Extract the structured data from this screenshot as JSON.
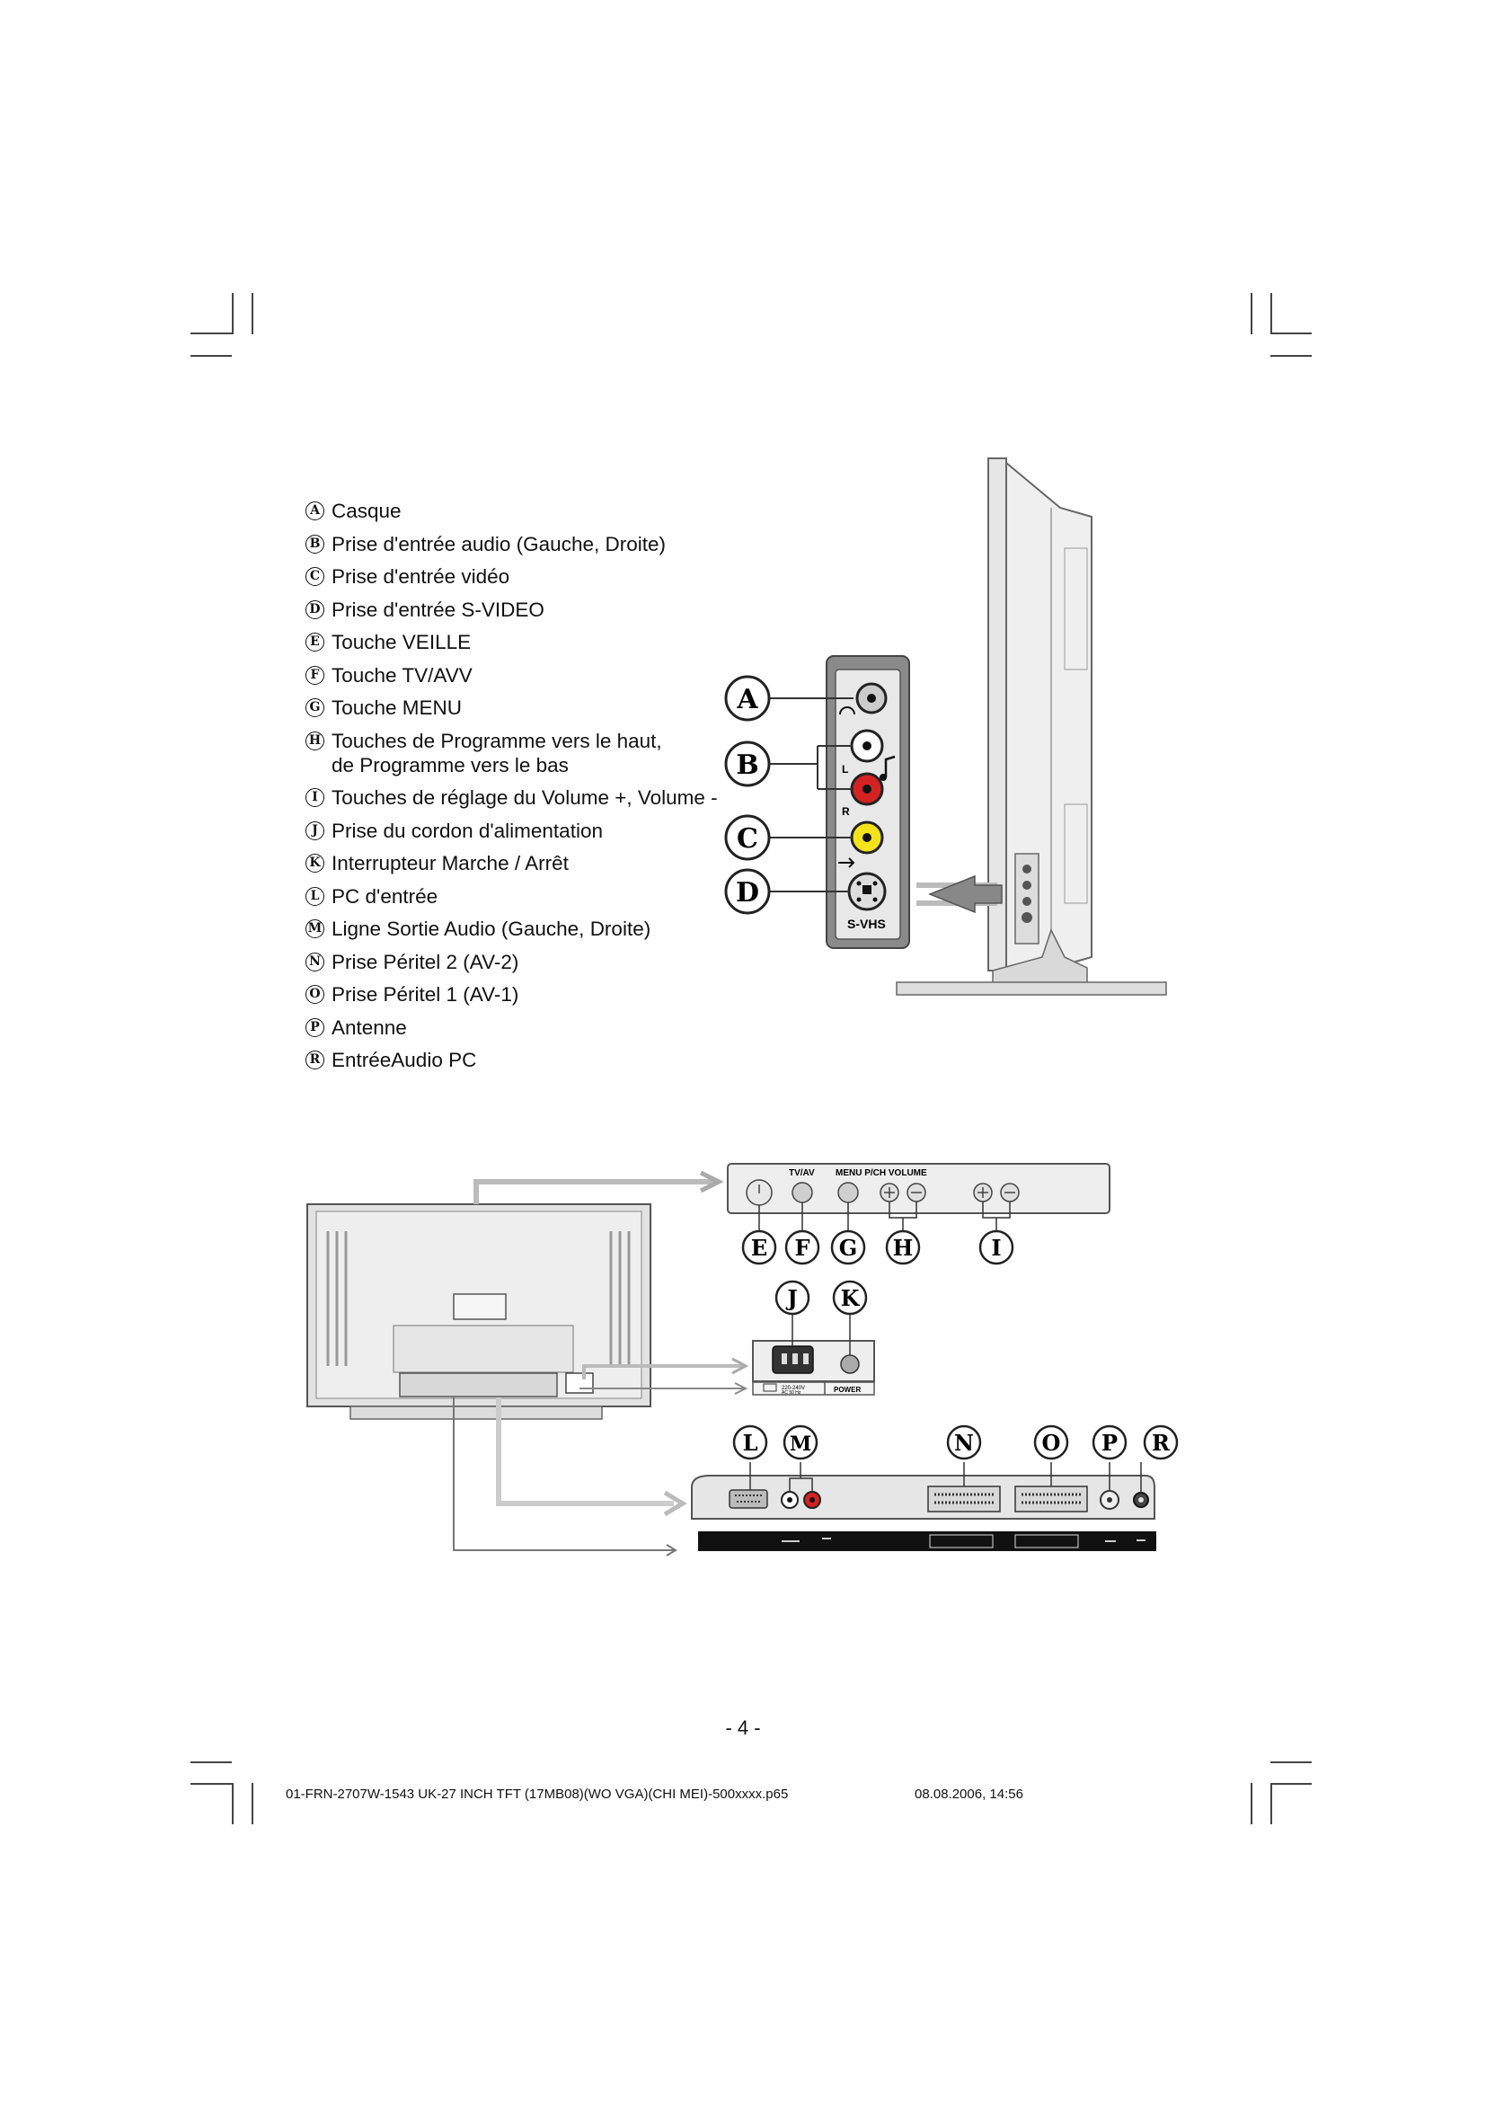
{
  "legend": [
    {
      "letter": "A",
      "text": "Casque"
    },
    {
      "letter": "B",
      "text": "Prise d'entrée audio (Gauche, Droite)"
    },
    {
      "letter": "C",
      "text": "Prise d'entrée vidéo"
    },
    {
      "letter": "D",
      "text": "Prise d'entrée S-VIDEO"
    },
    {
      "letter": "E",
      "text": "Touche VEILLE"
    },
    {
      "letter": "F",
      "text": "Touche TV/AVV"
    },
    {
      "letter": "G",
      "text": "Touche MENU"
    },
    {
      "letter": "H",
      "text": "Touches de Programme vers le haut,\nde Programme vers le bas"
    },
    {
      "letter": "I",
      "text": "Touches de réglage du Volume +, Volume -"
    },
    {
      "letter": "J",
      "text": "Prise du cordon d'alimentation"
    },
    {
      "letter": "K",
      "text": "Interrupteur Marche / Arrêt"
    },
    {
      "letter": "L",
      "text": "PC d'entrée"
    },
    {
      "letter": "M",
      "text": "Ligne Sortie Audio (Gauche, Droite)"
    },
    {
      "letter": "N",
      "text": "Prise Péritel 2 (AV-2)"
    },
    {
      "letter": "O",
      "text": "Prise Péritel 1 (AV-1)"
    },
    {
      "letter": "P",
      "text": "Antenne"
    },
    {
      "letter": "R",
      "text": "EntréeAudio PC"
    }
  ],
  "side_panel": {
    "callouts": [
      "A",
      "B",
      "C",
      "D"
    ],
    "jack_l": "L",
    "jack_r": "R",
    "svhs_label": "S-VHS"
  },
  "control_panel": {
    "labels": {
      "tvav": "TV/AV",
      "menu_pch_volume": "MENU P/CH VOLUME"
    },
    "callouts": [
      "E",
      "F",
      "G",
      "H",
      "I"
    ]
  },
  "power_panel": {
    "callouts": [
      "J",
      "K"
    ],
    "voltage": "220-240V",
    "voltage2": "AC 50 Hz",
    "power_label": "POWER"
  },
  "rear_panel": {
    "callouts": [
      "L",
      "M",
      "N",
      "O",
      "P",
      "R"
    ]
  },
  "page_number": "- 4 -",
  "footer": {
    "file": "01-FRN-2707W-1543 UK-27 INCH TFT (17MB08)(WO VGA)(CHI MEI)-500xxxx.p65",
    "date": "08.08.2006, 14:56"
  }
}
